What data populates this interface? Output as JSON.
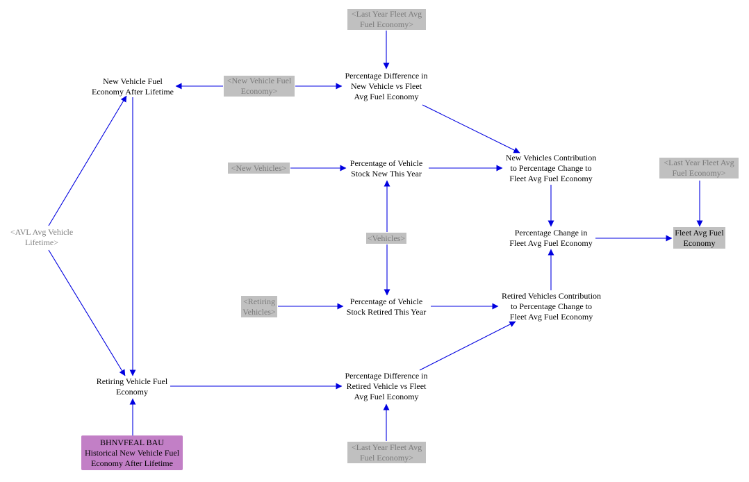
{
  "colors": {
    "arrow": "#0000e0",
    "shadow_fill": "#c0c0c0",
    "shadow_text": "#7a7a7a",
    "input_fill": "#c27fc6"
  },
  "nodes": {
    "last_year_top": "<Last Year Fleet Avg\nFuel Economy>",
    "pct_diff_new": "Percentage Difference in\nNew Vehicle vs Fleet\nAvg Fuel Economy",
    "new_vehicle_fe_shadow": "<New Vehicle Fuel\nEconomy>",
    "new_vehicle_fe_after": "New Vehicle Fuel\nEconomy After Lifetime",
    "new_vehicles_shadow": "<New Vehicles>",
    "pct_stock_new": "Percentage of Vehicle\nStock New This Year",
    "new_contrib": "New Vehicles Contribution\nto Percentage Change to\nFleet Avg Fuel Economy",
    "last_year_right": "<Last Year Fleet Avg\nFuel Economy>",
    "avl_lifetime": "<AVL Avg Vehicle\nLifetime>",
    "vehicles_shadow": "<Vehicles>",
    "pct_change": "Percentage Change in\nFleet Avg Fuel Economy",
    "fleet_avg": "Fleet Avg Fuel\nEconomy",
    "retiring_shadow": "<Retiring\nVehicles>",
    "pct_stock_retired": "Percentage of Vehicle\nStock Retired This Year",
    "retired_contrib": "Retired Vehicles Contribution\nto Percentage Change to\nFleet Avg Fuel Economy",
    "retiring_fe": "Retiring Vehicle Fuel\nEconomy",
    "pct_diff_retired": "Percentage Difference in\nRetired Vehicle vs Fleet\nAvg Fuel Economy",
    "bhnvfeal": "BHNVFEAL BAU\nHistorical New Vehicle Fuel\nEconomy After Lifetime",
    "last_year_bottom": "<Last Year Fleet Avg\nFuel Economy>"
  }
}
